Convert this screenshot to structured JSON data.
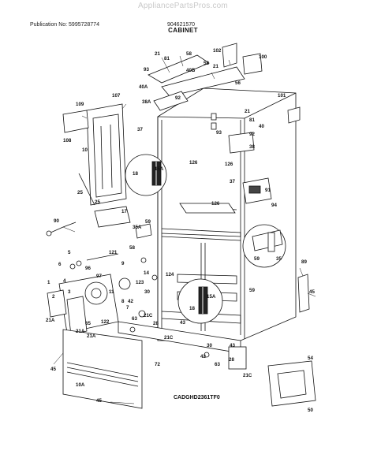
{
  "header": {
    "site": "AppliancePartsPros.com",
    "publication": "Publication No: 5995728774",
    "model_code": "904621570",
    "section_title": "CABINET"
  },
  "footer": {
    "drawing_code": "CADGHD2361TF0"
  },
  "callouts": [
    {
      "id": "c21a",
      "label": "21"
    },
    {
      "id": "c81a",
      "label": "81"
    },
    {
      "id": "c58a",
      "label": "58"
    },
    {
      "id": "c102",
      "label": "102"
    },
    {
      "id": "c100",
      "label": "100"
    },
    {
      "id": "c93a",
      "label": "93"
    },
    {
      "id": "c58b",
      "label": "58"
    },
    {
      "id": "c21b",
      "label": "21"
    },
    {
      "id": "c40b",
      "label": "40B"
    },
    {
      "id": "c40a",
      "label": "40A"
    },
    {
      "id": "c56",
      "label": "56"
    },
    {
      "id": "c92a",
      "label": "92"
    },
    {
      "id": "c38a",
      "label": "38A"
    },
    {
      "id": "c101",
      "label": "101"
    },
    {
      "id": "c107",
      "label": "107"
    },
    {
      "id": "c109",
      "label": "109"
    },
    {
      "id": "c108",
      "label": "108"
    },
    {
      "id": "c10",
      "label": "10"
    },
    {
      "id": "c37a",
      "label": "37"
    },
    {
      "id": "c93b",
      "label": "93"
    },
    {
      "id": "c21c",
      "label": "21"
    },
    {
      "id": "c81b",
      "label": "81"
    },
    {
      "id": "c40",
      "label": "40"
    },
    {
      "id": "c92b",
      "label": "92"
    },
    {
      "id": "c38",
      "label": "38"
    },
    {
      "id": "c126a",
      "label": "126"
    },
    {
      "id": "c15a",
      "label": "15A"
    },
    {
      "id": "c18",
      "label": "18"
    },
    {
      "id": "c126b",
      "label": "126"
    },
    {
      "id": "c37b",
      "label": "37"
    },
    {
      "id": "c91",
      "label": "91"
    },
    {
      "id": "c94",
      "label": "94"
    },
    {
      "id": "c25a",
      "label": "25"
    },
    {
      "id": "c25b",
      "label": "25"
    },
    {
      "id": "c17",
      "label": "17"
    },
    {
      "id": "c126c",
      "label": "126"
    },
    {
      "id": "c90",
      "label": "90"
    },
    {
      "id": "c59a",
      "label": "59"
    },
    {
      "id": "c35a",
      "label": "35A"
    },
    {
      "id": "c58c",
      "label": "58"
    },
    {
      "id": "c59b",
      "label": "59"
    },
    {
      "id": "c35",
      "label": "35"
    },
    {
      "id": "c121",
      "label": "121"
    },
    {
      "id": "c89",
      "label": "89"
    },
    {
      "id": "c5",
      "label": "5"
    },
    {
      "id": "c6",
      "label": "6"
    },
    {
      "id": "c96",
      "label": "96"
    },
    {
      "id": "c9",
      "label": "9"
    },
    {
      "id": "c97",
      "label": "97"
    },
    {
      "id": "c123",
      "label": "123"
    },
    {
      "id": "c14",
      "label": "14"
    },
    {
      "id": "c124",
      "label": "124"
    },
    {
      "id": "c59c",
      "label": "59"
    },
    {
      "id": "c1",
      "label": "1"
    },
    {
      "id": "c4",
      "label": "4"
    },
    {
      "id": "c2",
      "label": "2"
    },
    {
      "id": "c3",
      "label": "3"
    },
    {
      "id": "c11",
      "label": "11"
    },
    {
      "id": "c8",
      "label": "8"
    },
    {
      "id": "c7",
      "label": "7"
    },
    {
      "id": "c42a",
      "label": "42"
    },
    {
      "id": "c30a",
      "label": "30"
    },
    {
      "id": "c63a",
      "label": "63"
    },
    {
      "id": "c21a2",
      "label": "21A"
    },
    {
      "id": "c21a3",
      "label": "21A"
    },
    {
      "id": "c65",
      "label": "65"
    },
    {
      "id": "c122",
      "label": "122"
    },
    {
      "id": "c21c2",
      "label": "21C"
    },
    {
      "id": "c28a",
      "label": "28"
    },
    {
      "id": "c43a",
      "label": "43"
    },
    {
      "id": "c15a2",
      "label": "15A"
    },
    {
      "id": "c18b",
      "label": "18"
    },
    {
      "id": "c45a",
      "label": "45"
    },
    {
      "id": "c21a4",
      "label": "21A"
    },
    {
      "id": "c21c3",
      "label": "21C"
    },
    {
      "id": "c30b",
      "label": "30"
    },
    {
      "id": "c43b",
      "label": "43"
    },
    {
      "id": "c42b",
      "label": "42"
    },
    {
      "id": "c72",
      "label": "72"
    },
    {
      "id": "c28b",
      "label": "28"
    },
    {
      "id": "c63b",
      "label": "63"
    },
    {
      "id": "c45b",
      "label": "45"
    },
    {
      "id": "c21c4",
      "label": "21C"
    },
    {
      "id": "c54",
      "label": "54"
    },
    {
      "id": "c10a",
      "label": "10A"
    },
    {
      "id": "c45c",
      "label": "45"
    },
    {
      "id": "c50",
      "label": "50"
    }
  ]
}
